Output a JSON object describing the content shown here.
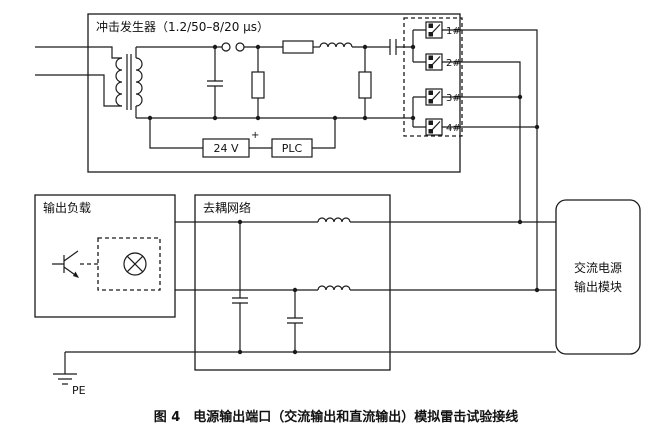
{
  "caption": "图 4　电源输出端口（交流输出和直流输出）模拟雷击试验接线",
  "generator": {
    "label": "冲击发生器（1.2/50–8/20 μs）",
    "psu_label": "24 V",
    "psu_plus": "+",
    "plc_label": "PLC"
  },
  "switches": [
    "1#",
    "2#",
    "3#",
    "4#"
  ],
  "load_box": {
    "label": "输出负载"
  },
  "decoupling_box": {
    "label": "去耦网络"
  },
  "module_box": {
    "line1": "交流电源",
    "line2": "输出模块"
  },
  "ground": {
    "label": "PE"
  },
  "colors": {
    "line": "#1a1a1a",
    "background": "#ffffff"
  }
}
